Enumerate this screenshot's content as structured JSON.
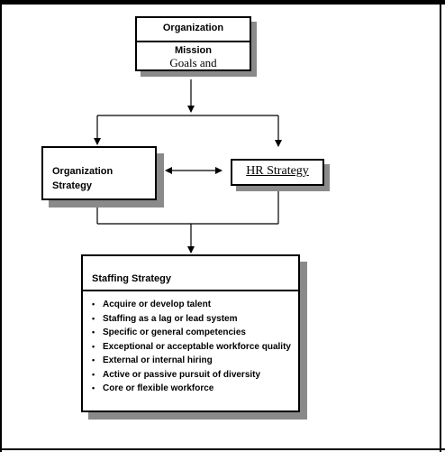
{
  "diagram": {
    "organization": {
      "title": "Organization",
      "mission": "Mission",
      "goals": "Goals and"
    },
    "org_strategy": {
      "line1": "Organization",
      "line2": "Strategy"
    },
    "hr_strategy": {
      "label": "HR Strategy"
    },
    "staffing": {
      "title": "Staffing Strategy",
      "items": [
        "Acquire or develop talent",
        "Staffing as a lag or lead system",
        "Specific or general competencies",
        "Exceptional or acceptable workforce quality",
        "External or internal hiring",
        "Active or passive pursuit of diversity",
        "Core or flexible workforce"
      ]
    }
  }
}
